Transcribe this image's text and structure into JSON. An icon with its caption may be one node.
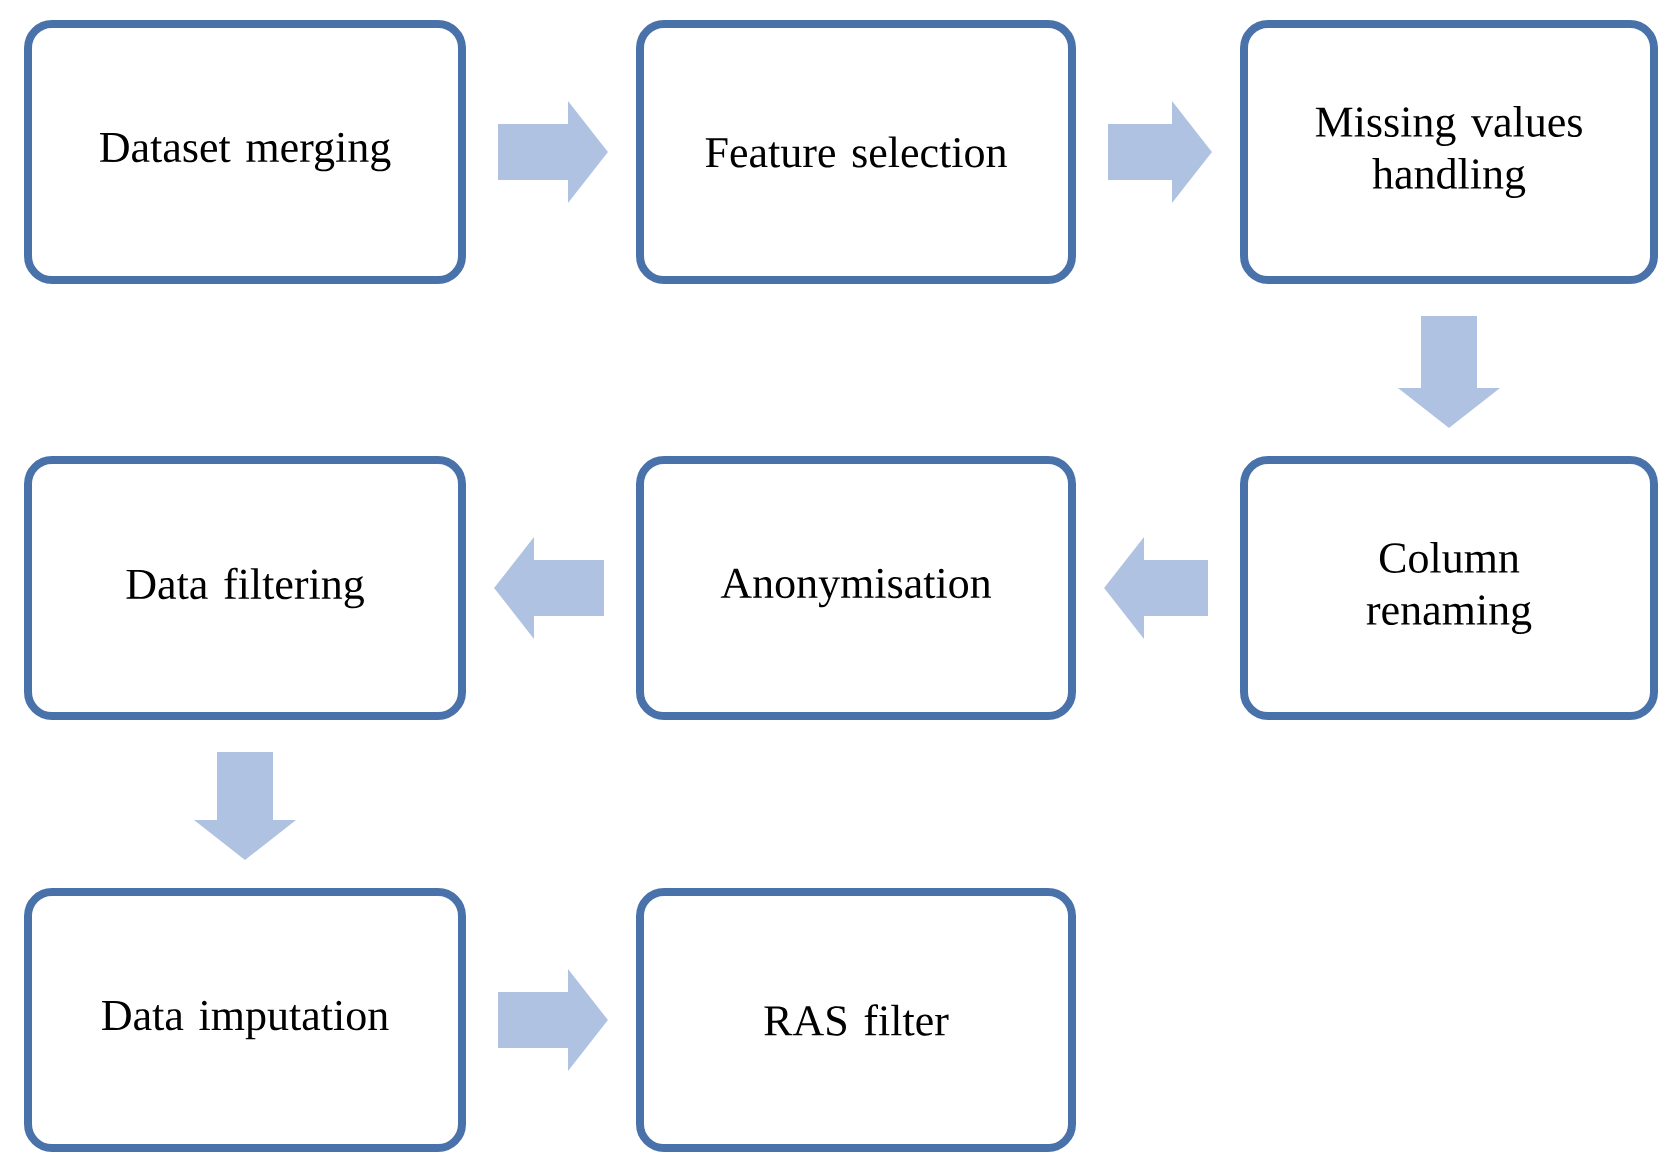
{
  "diagram": {
    "nodes": [
      {
        "text": [
          "Dataset merging"
        ]
      },
      {
        "text": [
          "Feature selection"
        ]
      },
      {
        "text": [
          "Missing values handling"
        ]
      },
      {
        "text": [
          "Data filtering"
        ]
      },
      {
        "text": [
          "Anonymisation"
        ]
      },
      {
        "text": [
          "Column renaming"
        ]
      },
      {
        "text": [
          "Data imputation"
        ]
      },
      {
        "text": [
          "RAS filter"
        ]
      }
    ],
    "edges": [
      {
        "from": 0,
        "to": 1,
        "arrow": "to"
      },
      {
        "from": 1,
        "to": 2,
        "arrow": "to"
      },
      {
        "from": 2,
        "to": 5,
        "arrow": "to"
      },
      {
        "from": 5,
        "to": 4,
        "arrow": "to"
      },
      {
        "from": 4,
        "to": 3,
        "arrow": "to"
      },
      {
        "from": 3,
        "to": 6,
        "arrow": "to"
      },
      {
        "from": 6,
        "to": 7,
        "arrow": "to"
      }
    ]
  }
}
